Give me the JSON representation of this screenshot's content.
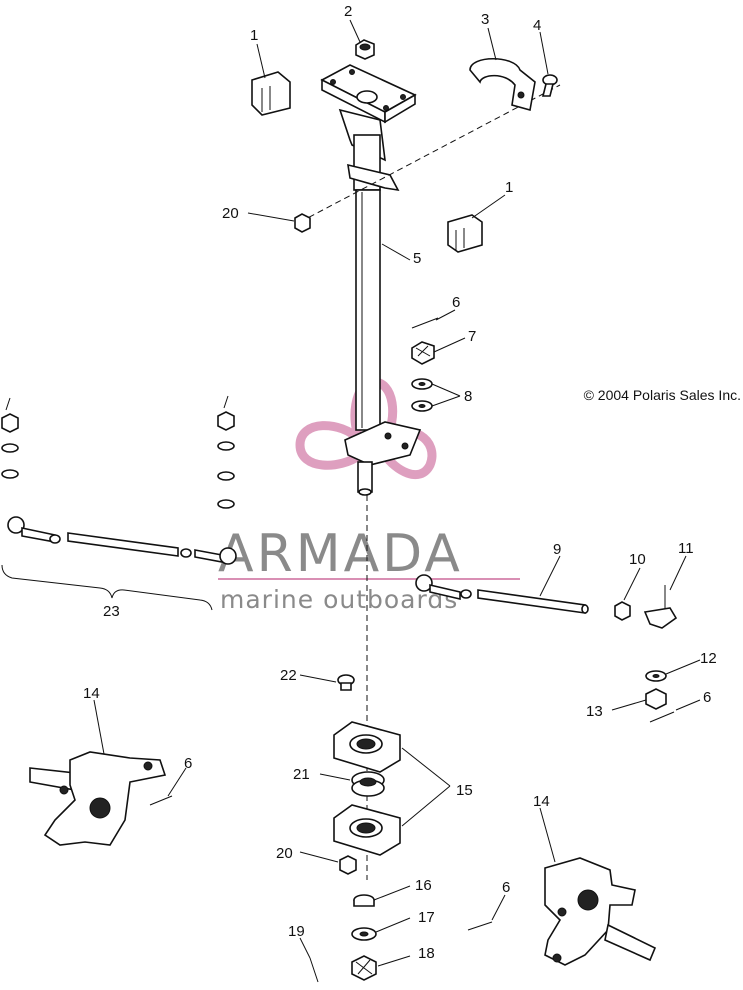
{
  "copyright": "© 2004 Polaris Sales Inc.",
  "watermark": {
    "brand": "ARMADA",
    "tagline": "marine outboards",
    "logo_color": "#d98fb4",
    "text_color": "#8a8a8a"
  },
  "callouts": [
    "1",
    "2",
    "3",
    "4",
    "20",
    "1",
    "5",
    "6",
    "7",
    "8",
    "9",
    "10",
    "11",
    "12",
    "13",
    "6",
    "23",
    "22",
    "14",
    "6",
    "21",
    "15",
    "20",
    "16",
    "17",
    "18",
    "19",
    "6",
    "14"
  ]
}
